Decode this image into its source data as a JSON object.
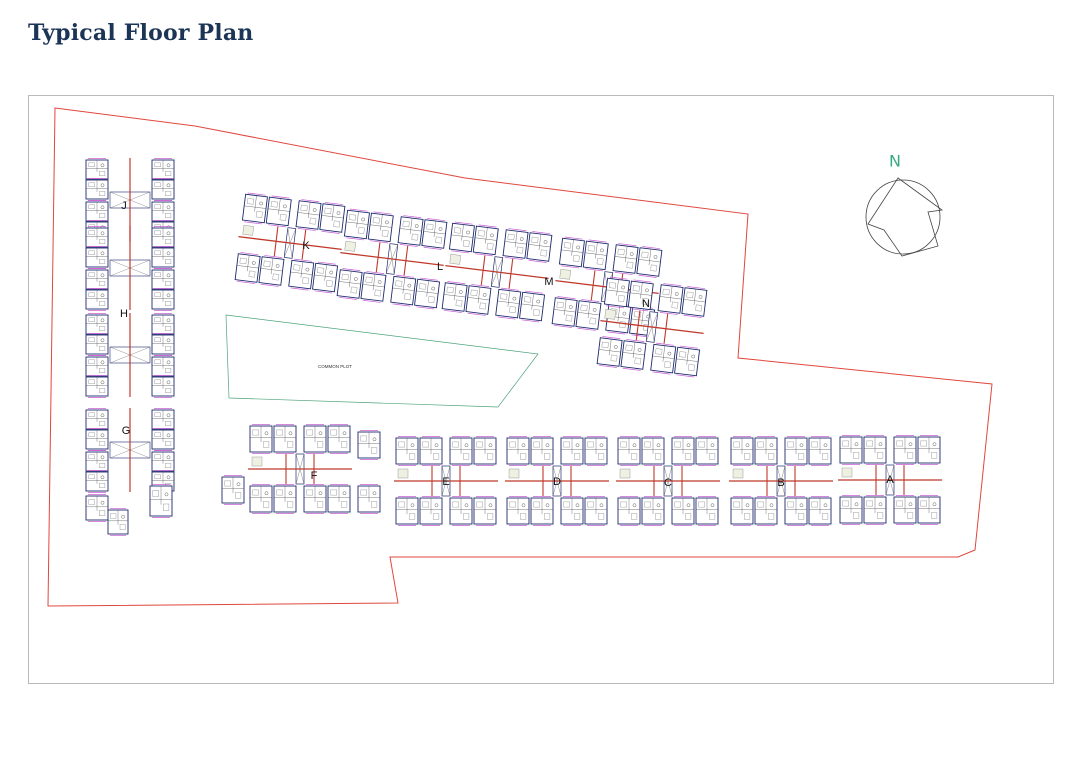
{
  "page": {
    "title": "Typical Floor Plan"
  },
  "plan": {
    "north_label": "N",
    "common_plot_label": "COMMON PLOT",
    "blocks": [
      "A",
      "B",
      "C",
      "D",
      "E",
      "F",
      "G",
      "H",
      "J",
      "K",
      "L",
      "M",
      "N"
    ]
  },
  "colors": {
    "title": "#1c3557",
    "site_boundary": "#e0473d",
    "common_plot": "#4fa37c",
    "north": "#3aa886",
    "wall": "#1f2a6d",
    "corridor": "#c0392b",
    "balcony": "#c95fd6",
    "frame": "#b9b9b9"
  }
}
